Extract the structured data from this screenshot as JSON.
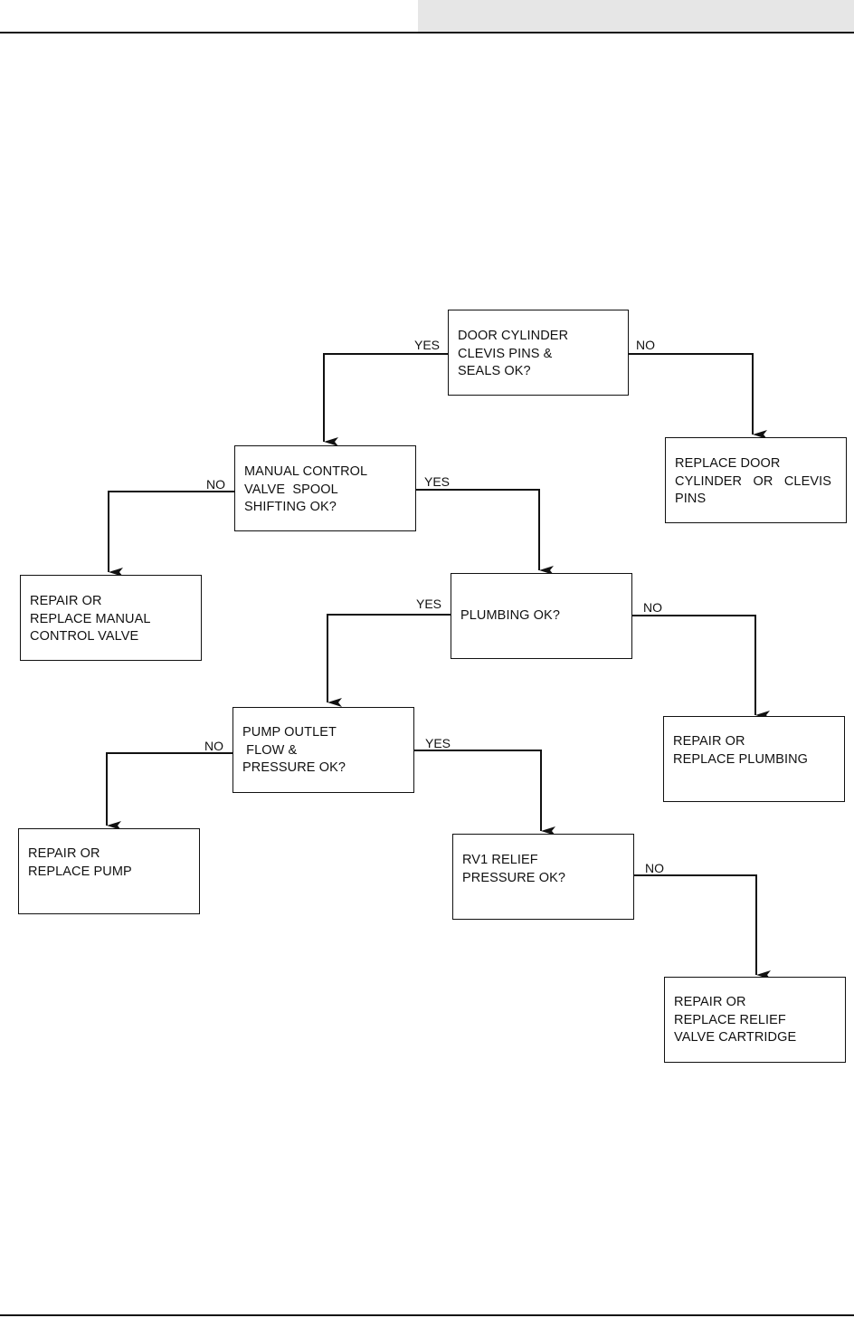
{
  "boxes": {
    "door_cylinder_check": [
      "DOOR CYLINDER",
      "CLEVIS PINS &",
      "SEALS OK?"
    ],
    "replace_door_cylinder": [
      "REPLACE DOOR",
      "CYLINDER   OR   CLEVIS",
      "PINS"
    ],
    "manual_valve_check": [
      "MANUAL CONTROL",
      "VALVE  SPOOL",
      "SHIFTING OK?"
    ],
    "repair_manual_valve": [
      "REPAIR OR",
      "REPLACE MANUAL",
      "CONTROL VALVE"
    ],
    "plumbing_check": [
      "PLUMBING OK?"
    ],
    "repair_plumbing": [
      "REPAIR OR",
      "REPLACE PLUMBING"
    ],
    "pump_check": [
      "PUMP OUTLET",
      " FLOW &",
      "PRESSURE OK?"
    ],
    "repair_pump": [
      "REPAIR OR",
      "REPLACE PUMP"
    ],
    "relief_check": [
      "RV1 RELIEF",
      "PRESSURE OK?"
    ],
    "repair_relief_valve": [
      "REPAIR OR",
      "REPLACE RELIEF",
      "VALVE CARTRIDGE"
    ]
  },
  "labels": {
    "door_yes": "YES",
    "door_no": "NO",
    "manual_no": "NO",
    "manual_yes": "YES",
    "plumbing_yes": "YES",
    "plumbing_no": "NO",
    "pump_no": "NO",
    "pump_yes": "YES",
    "relief_no": "NO"
  }
}
